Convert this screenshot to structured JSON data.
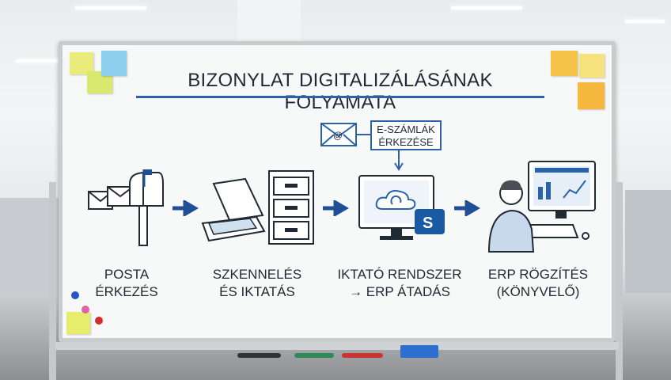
{
  "title": "BIZONYLAT DIGITALIZÁLÁSÁNAK FOLYAMATA",
  "email_box": {
    "line1": "E-SZÁMLÁK",
    "line2": "ÉRKEZÉSE"
  },
  "steps": [
    {
      "line1": "POSTA",
      "line2": "ÉRKEZÉS"
    },
    {
      "line1": "SZKENNELÉS",
      "line2": "ÉS IKTATÁS"
    },
    {
      "line1": "IKTATÓ RENDSZER",
      "line2": "→ ERP ÁTADÁS"
    },
    {
      "line1": "ERP RÖGZÍTÉS",
      "line2": "(KÖNYVELŐ)"
    }
  ],
  "colors": {
    "accent": "#2b63a6",
    "ink": "#1f2a35"
  }
}
